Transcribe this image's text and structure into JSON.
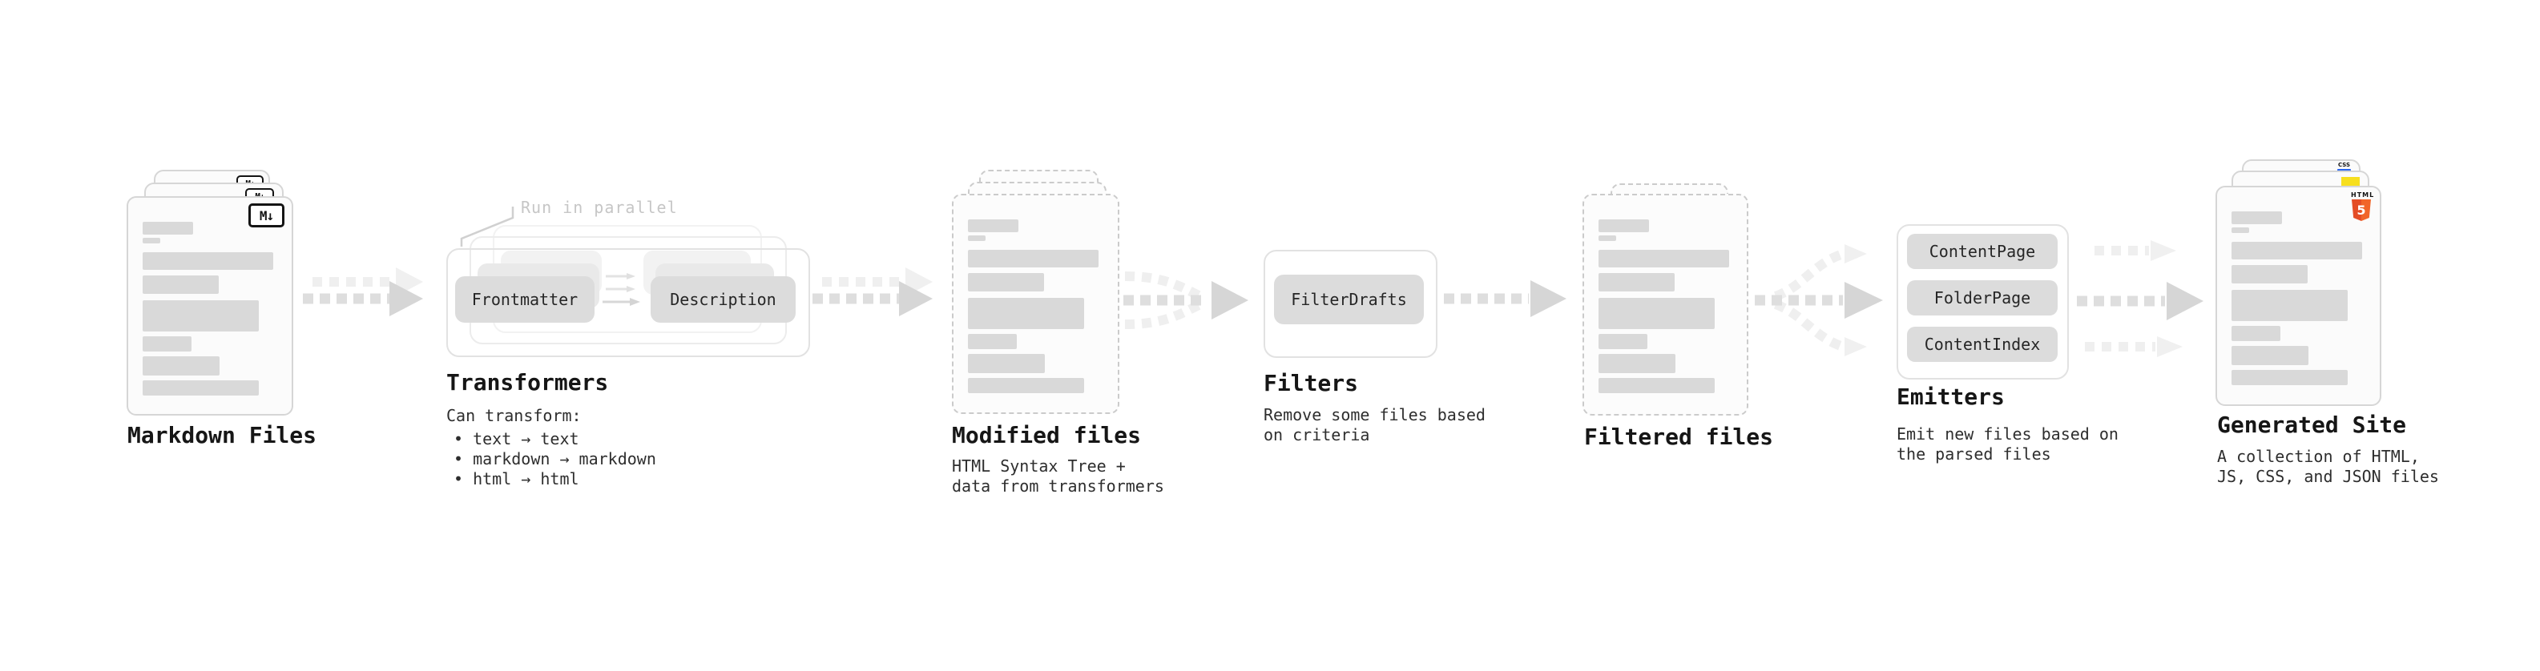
{
  "colors": {
    "html5_orange": "#e44d26",
    "js_yellow": "#f7df1e",
    "css_blue": "#2965f1",
    "pill_gray": "#dcdcdc",
    "bar_gray": "#d9d9d9"
  },
  "stages": {
    "markdown": {
      "label": "Markdown Files",
      "file_icon": "M↓"
    },
    "transformers": {
      "label": "Transformers",
      "annotation": "Run in parallel",
      "pills": [
        "Frontmatter",
        "Description"
      ],
      "desc_title": "Can transform:",
      "bullets": [
        "• text → text",
        "• markdown → markdown",
        "• html → html"
      ]
    },
    "modified": {
      "label": "Modified files",
      "desc": "HTML Syntax Tree +\ndata from transformers"
    },
    "filters": {
      "label": "Filters",
      "pill": "FilterDrafts",
      "desc": "Remove some files based\non criteria"
    },
    "filtered": {
      "label": "Filtered files"
    },
    "emitters": {
      "label": "Emitters",
      "pills": [
        "ContentPage",
        "FolderPage",
        "ContentIndex"
      ],
      "desc": "Emit new files based on\nthe parsed files"
    },
    "generated": {
      "label": "Generated Site",
      "desc": "A collection of HTML,\nJS, CSS, and JSON files",
      "badge_html": "HTML",
      "badge_html_num": "5",
      "badge_css": "CSS"
    }
  }
}
